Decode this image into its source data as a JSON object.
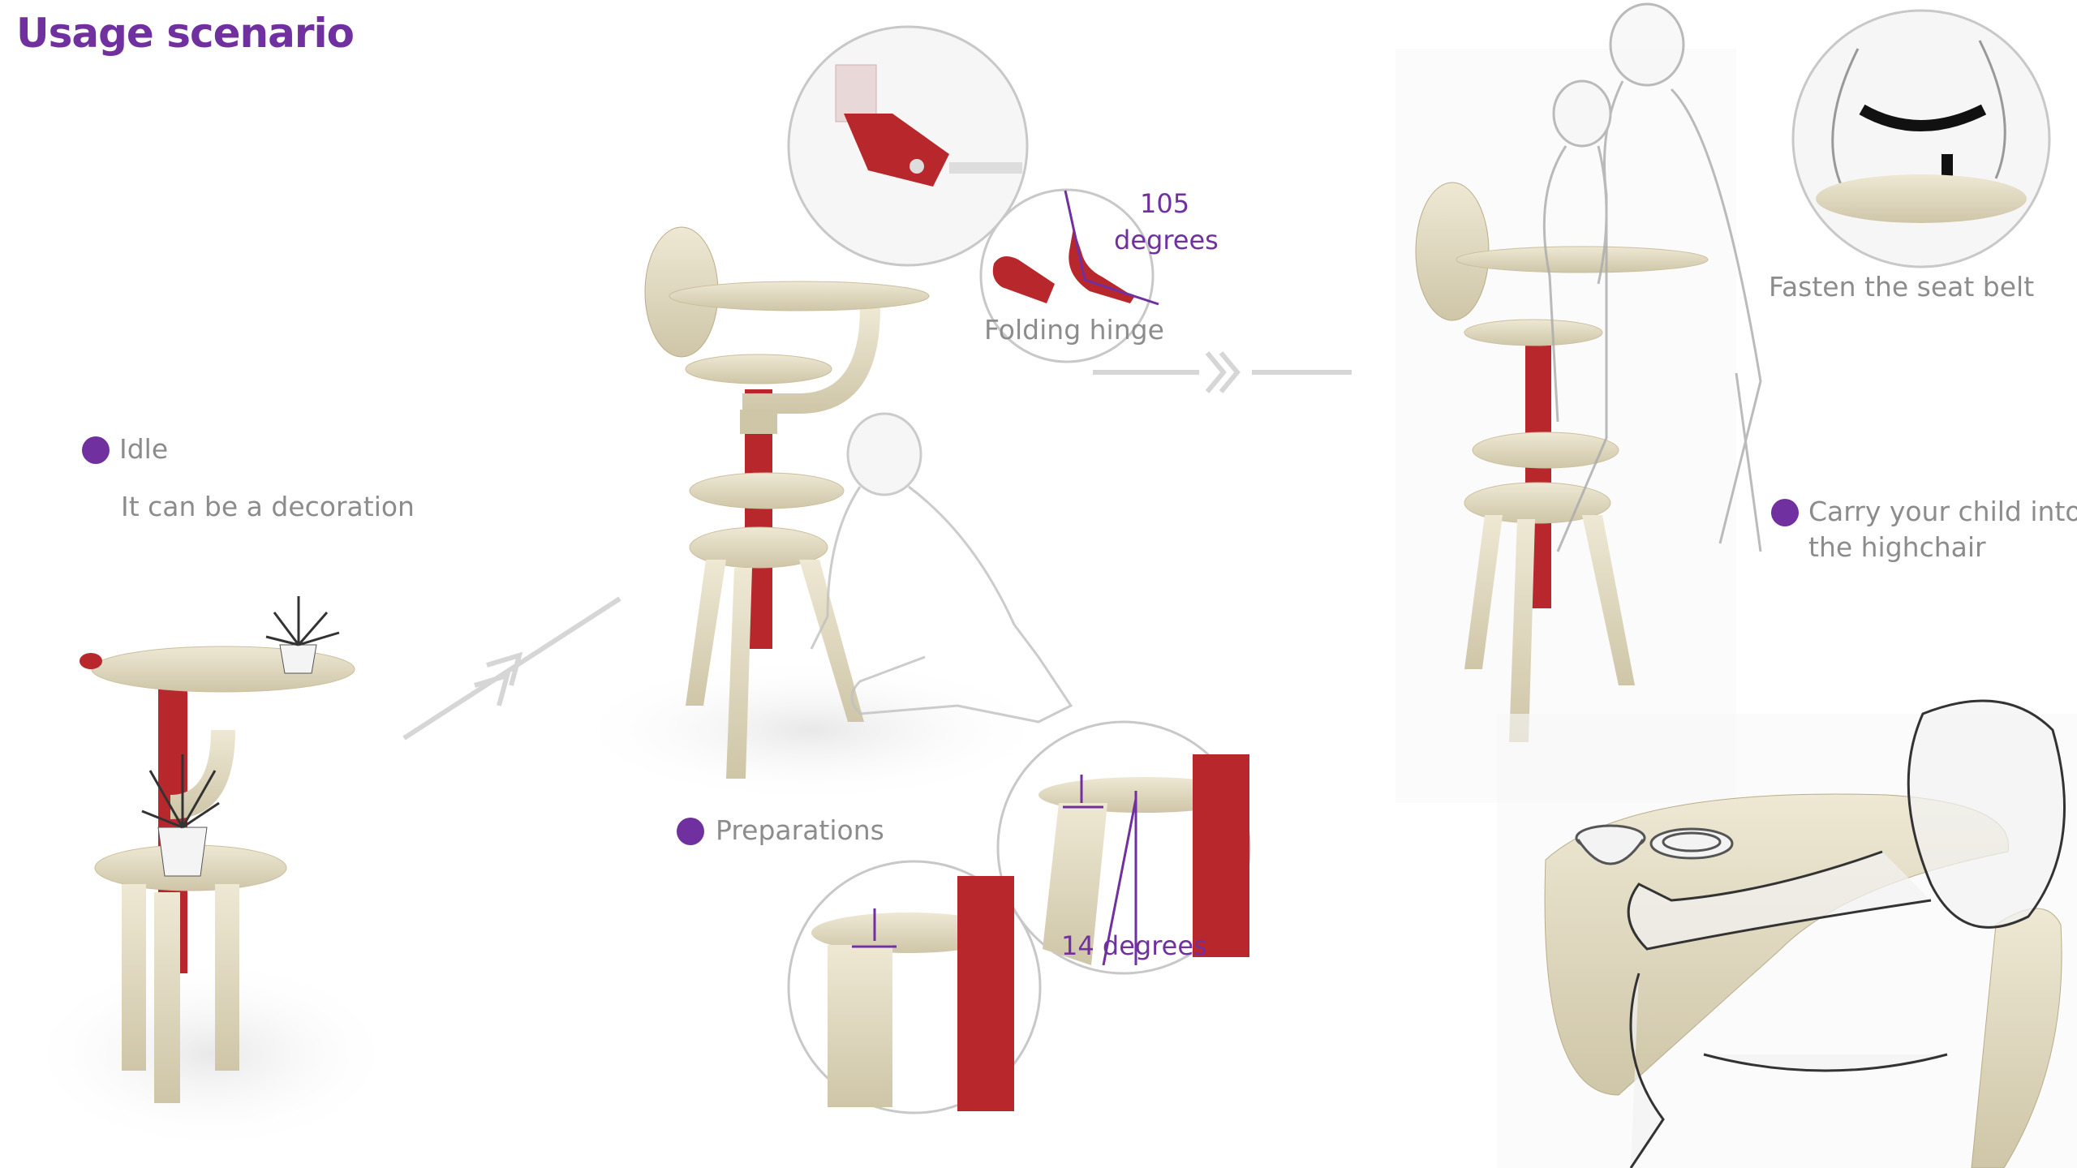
{
  "title": "Usage scenario",
  "accent_color": "#7030a0",
  "wood_color": "#e3dcc4",
  "red_color": "#b8272b",
  "stages": {
    "idle": {
      "label": "Idle",
      "description": "It can be a decoration"
    },
    "preparations": {
      "label": "Preparations"
    },
    "carry": {
      "label_line1": "Carry your child into",
      "label_line2": "the highchair"
    }
  },
  "callouts": {
    "folding_hinge": "Folding hinge",
    "hinge_angle_value": "105",
    "hinge_angle_unit": "degrees",
    "leg_angle": "14 degrees",
    "seat_belt": "Fasten the seat belt"
  }
}
